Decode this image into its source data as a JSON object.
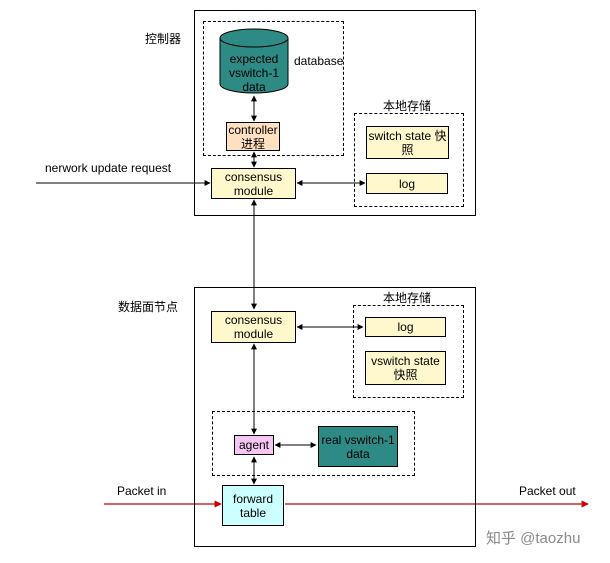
{
  "controller": {
    "title": "控制器",
    "database_label": "database",
    "expected_data": "expected vswitch-1 data",
    "process": "controller 进程",
    "consensus": "consensus module",
    "local_storage_title": "本地存储",
    "snapshot": "switch state 快照",
    "log": "log"
  },
  "dataplane": {
    "title": "数据面节点",
    "consensus": "consensus module",
    "local_storage_title": "本地存储",
    "log": "log",
    "snapshot": "vswitch state 快照",
    "agent": "agent",
    "real_data": "real vswitch-1 data",
    "forward_table": "forward table"
  },
  "edges": {
    "network_update": "nerwork update request",
    "packet_in": "Packet in",
    "packet_out": "Packet out"
  },
  "watermark": "知乎 @taozhu",
  "colors": {
    "teal": "#2e8a84",
    "yellow": "#fff8cc",
    "peach": "#ffe0c0",
    "pink": "#f5c6f2",
    "cyan": "#ccffff",
    "red_arrow": "#cc0000"
  }
}
